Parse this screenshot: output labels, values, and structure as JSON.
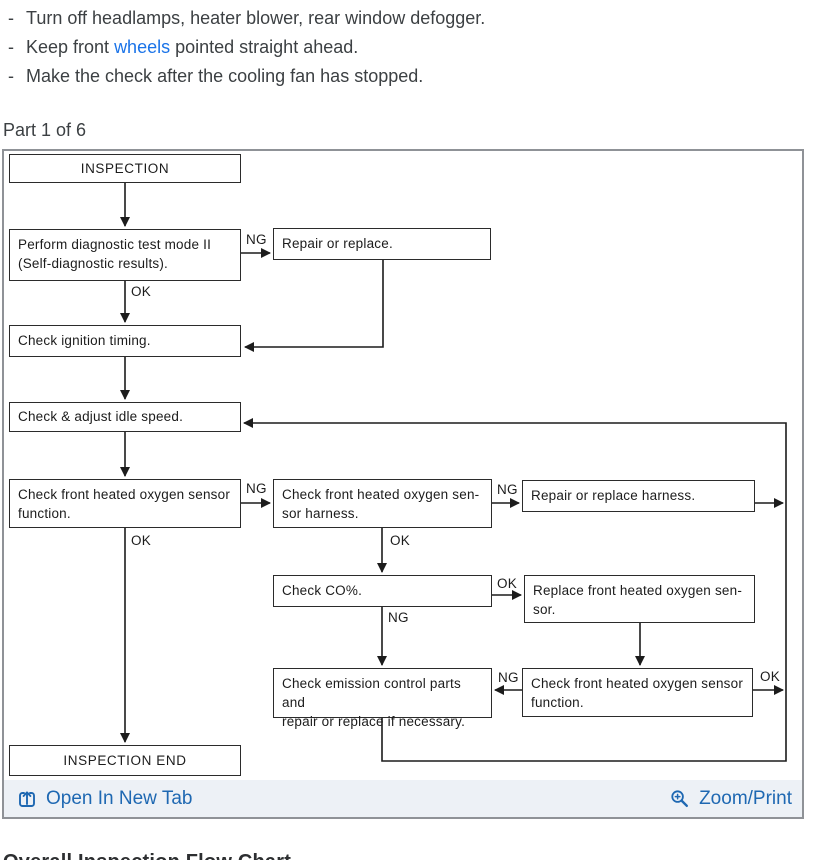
{
  "bullets": {
    "b1": {
      "dash": "-",
      "text": "Turn off headlamps, heater blower, rear window defogger."
    },
    "b2": {
      "dash": "-",
      "pre": "Keep front ",
      "link": "wheels",
      "post": " pointed straight ahead."
    },
    "b3": {
      "dash": "-",
      "text": "Make the check after the cooling fan has stopped."
    }
  },
  "part_label": "Part 1 of 6",
  "flowchart": {
    "boxes": {
      "inspection": {
        "l1": "INSPECTION"
      },
      "diag": {
        "l1": "Perform diagnostic test mode II",
        "l2": "(Self-diagnostic results)."
      },
      "repair1": {
        "l1": "Repair or replace."
      },
      "ignition": {
        "l1": "Check ignition timing."
      },
      "idle": {
        "l1": "Check & adjust idle speed."
      },
      "o2func1": {
        "l1": "Check front heated oxygen sensor",
        "l2": "function."
      },
      "harness": {
        "l1": "Check front heated oxygen sen-",
        "l2": "sor harness."
      },
      "repairharness": {
        "l1": "Repair or replace harness."
      },
      "co": {
        "l1": "Check CO%."
      },
      "replacesensor": {
        "l1": "Replace front heated oxygen sen-",
        "l2": "sor."
      },
      "emission": {
        "l1": "Check emission control parts and",
        "l2": "repair or replace if necessary."
      },
      "o2func2": {
        "l1": "Check front heated oxygen sensor",
        "l2": "function."
      },
      "end": {
        "l1": "INSPECTION END"
      }
    },
    "labels": {
      "ng1": "NG",
      "ok1": "OK",
      "ng2": "NG",
      "ok2": "OK",
      "ng3": "NG",
      "ok3": "OK",
      "ok4": "OK",
      "ng4": "NG",
      "ng5": "NG",
      "ok5": "OK"
    }
  },
  "footer": {
    "open_in_new_tab": "Open In New Tab",
    "zoom_print": "Zoom/Print",
    "icons": {
      "left": "open-in-new-tab-icon",
      "right": "zoom-plus-icon"
    }
  },
  "bottom_heading": "Overall Inspection Flow Chart",
  "colors": {
    "body_text": "#3c4043",
    "inline_link": "#1a73e8",
    "footer_link": "#1e68b2",
    "footer_bg": "#edf1f6",
    "panel_border": "#8f9297",
    "chart_ink": "#1c1c1c"
  }
}
